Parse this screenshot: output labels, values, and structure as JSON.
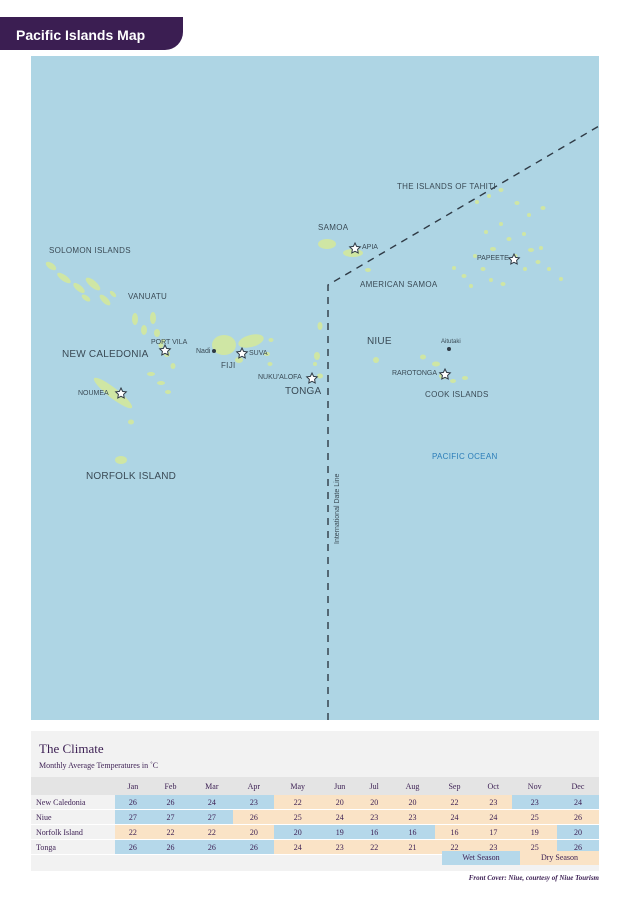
{
  "header": {
    "title": "Pacific Islands Map"
  },
  "map": {
    "labels": {
      "tahiti_islands": "THE ISLANDS OF TAHITI",
      "samoa": "SAMOA",
      "apia": "APIA",
      "papeete": "PAPEETE",
      "solomon": "SOLOMON ISLANDS",
      "american_samoa": "AMERICAN SAMOA",
      "vanuatu": "VANUATU",
      "port_vila": "PORT VILA",
      "nadi": "Nadi",
      "suva": "SUVA",
      "fiji": "FIJI",
      "new_caledonia": "NEW CALEDONIA",
      "niue": "NIUE",
      "aitutaki": "Aitutaki",
      "nukualofa": "NUKU'ALOFA",
      "rarotonga": "RAROTONGA",
      "noumea": "NOUMEA",
      "tonga": "TONGA",
      "cook_islands": "COOK ISLANDS",
      "pacific_ocean": "PACIFIC OCEAN",
      "norfolk": "NORFOLK ISLAND",
      "date_line": "International Date Line"
    },
    "colors": {
      "sea": "#aed5e4",
      "land": "#cfe6a4",
      "ocean_label": "#2b7db8"
    }
  },
  "climate": {
    "title": "The Climate",
    "subtitle": "Monthly Average Temperatures in ˚C",
    "months": [
      "Jan",
      "Feb",
      "Mar",
      "Apr",
      "May",
      "Jun",
      "Jul",
      "Aug",
      "Sep",
      "Oct",
      "Nov",
      "Dec"
    ],
    "rows": [
      {
        "name": "New Caledonia",
        "values": [
          "26",
          "26",
          "24",
          "23",
          "22",
          "20",
          "20",
          "20",
          "22",
          "23",
          "23",
          "24"
        ],
        "seasons": [
          "w",
          "w",
          "w",
          "w",
          "d",
          "d",
          "d",
          "d",
          "d",
          "d",
          "w",
          "w"
        ]
      },
      {
        "name": "Niue",
        "values": [
          "27",
          "27",
          "27",
          "26",
          "25",
          "24",
          "23",
          "23",
          "24",
          "24",
          "25",
          "26"
        ],
        "seasons": [
          "w",
          "w",
          "w",
          "d",
          "d",
          "d",
          "d",
          "d",
          "d",
          "d",
          "d",
          "d"
        ]
      },
      {
        "name": "Norfolk Island",
        "values": [
          "22",
          "22",
          "22",
          "20",
          "20",
          "19",
          "16",
          "16",
          "16",
          "17",
          "19",
          "20"
        ],
        "seasons": [
          "d",
          "d",
          "d",
          "d",
          "w",
          "w",
          "w",
          "w",
          "d",
          "d",
          "d",
          "w"
        ]
      },
      {
        "name": "Tonga",
        "values": [
          "26",
          "26",
          "26",
          "26",
          "24",
          "23",
          "22",
          "21",
          "22",
          "23",
          "25",
          "26"
        ],
        "seasons": [
          "w",
          "w",
          "w",
          "w",
          "d",
          "d",
          "d",
          "d",
          "d",
          "d",
          "d",
          "w"
        ]
      }
    ],
    "legend": {
      "wet": "Wet Season",
      "dry": "Dry Season"
    },
    "colors": {
      "wet": "#b5d8ea",
      "dry": "#fae3c6"
    }
  },
  "credit": "Front Cover: Niue, courtesy of Niue Tourism"
}
